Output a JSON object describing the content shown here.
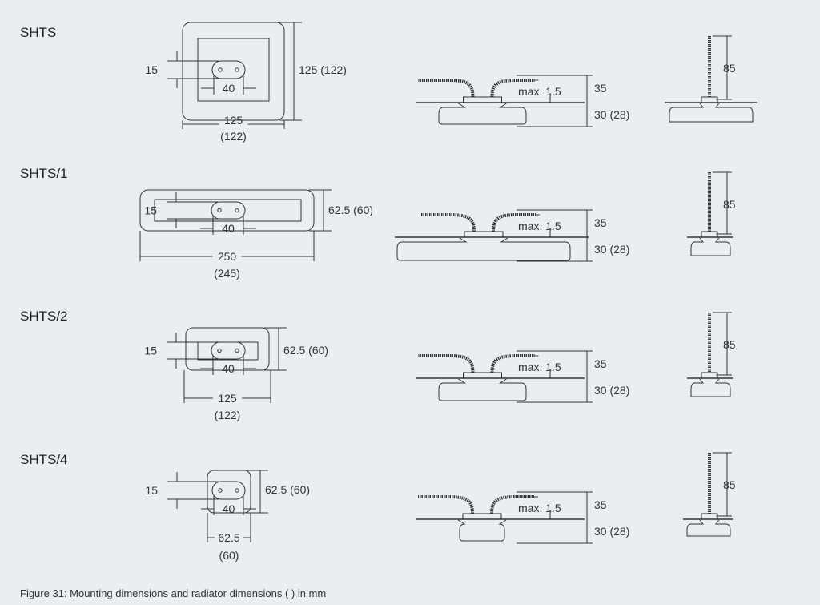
{
  "rows": [
    {
      "label": "SHTS",
      "slot_height": "15",
      "slot_width": "40",
      "height_dim": "125 (122)",
      "width_dim": "125",
      "width_radiator": "(122)",
      "max_gap": "max. 1.5",
      "above": "35",
      "below": "30 (28)",
      "rod": "85"
    },
    {
      "label": "SHTS/1",
      "slot_height": "15",
      "slot_width": "40",
      "height_dim": "62.5 (60)",
      "width_dim": "250",
      "width_radiator": "(245)",
      "max_gap": "max. 1.5",
      "above": "35",
      "below": "30 (28)",
      "rod": "85"
    },
    {
      "label": "SHTS/2",
      "slot_height": "15",
      "slot_width": "40",
      "height_dim": "62.5 (60)",
      "width_dim": "125",
      "width_radiator": "(122)",
      "max_gap": "max. 1.5",
      "above": "35",
      "below": "30 (28)",
      "rod": "85"
    },
    {
      "label": "SHTS/4",
      "slot_height": "15",
      "slot_width": "40",
      "height_dim": "62.5 (60)",
      "width_dim": "62.5",
      "width_radiator": "(60)",
      "max_gap": "max. 1.5",
      "above": "35",
      "below": "30 (28)",
      "rod": "85"
    }
  ],
  "caption": "Figure 31: Mounting dimensions and radiator dimensions ( ) in mm"
}
